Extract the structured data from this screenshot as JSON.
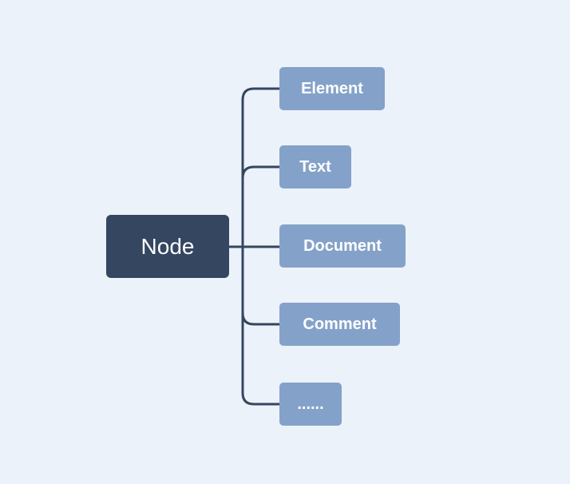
{
  "diagram": {
    "root": {
      "label": "Node"
    },
    "children": [
      {
        "label": "Element"
      },
      {
        "label": "Text"
      },
      {
        "label": "Document"
      },
      {
        "label": "Comment"
      },
      {
        "label": "......"
      }
    ]
  },
  "colors": {
    "background": "#ecf2f9",
    "root_fill": "#344660",
    "child_fill": "#84a2c9",
    "connector": "#344660",
    "text": "#ffffff"
  }
}
